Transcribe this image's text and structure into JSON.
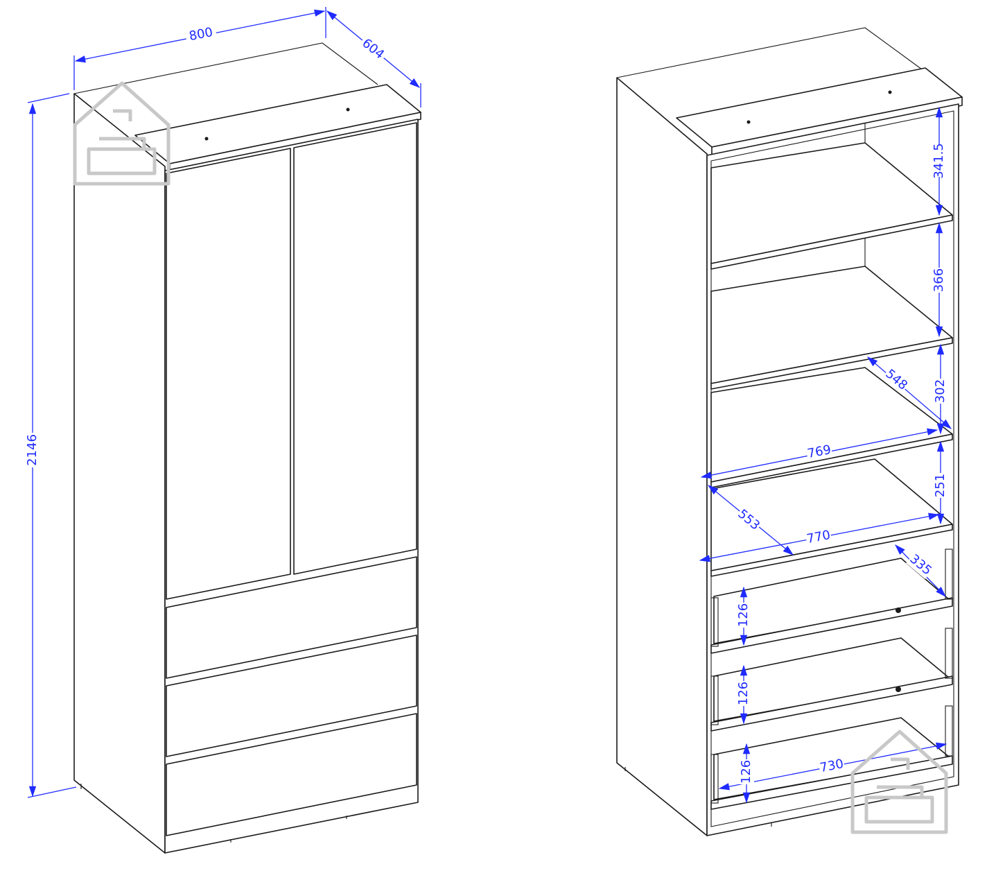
{
  "left_view": {
    "dimensions": {
      "width": "800",
      "depth": "604",
      "height": "2146"
    }
  },
  "right_view": {
    "dimensions": {
      "shelf_gap_1": "341.5",
      "shelf_gap_2": "366",
      "shelf_gap_3": "302",
      "shelf_gap_4": "251",
      "shelf_depth_upper": "548",
      "shelf_width_upper": "769",
      "shelf_depth_lower": "553",
      "shelf_width_lower": "770",
      "drawer_depth": "335",
      "drawer_height_1": "126",
      "drawer_height_2": "126",
      "drawer_height_3": "126",
      "drawer_width": "730"
    }
  },
  "colors": {
    "dimension": "#1f2bff",
    "outline": "#1a1a1a",
    "watermark": "#c8c8c8"
  }
}
